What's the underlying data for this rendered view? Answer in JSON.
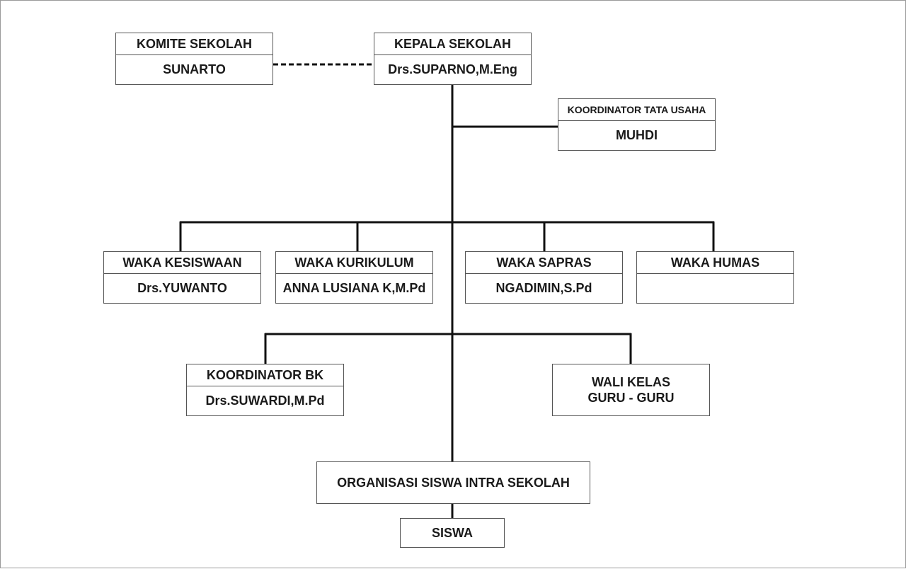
{
  "komite": {
    "title": "KOMITE SEKOLAH",
    "name": "SUNARTO"
  },
  "kepala": {
    "title": "KEPALA SEKOLAH",
    "name": "Drs.SUPARNO,M.Eng"
  },
  "tata_usaha": {
    "title": "KOORDINATOR TATA USAHA",
    "name": "MUHDI"
  },
  "waka_kesiswaan": {
    "title": "WAKA KESISWAAN",
    "name": "Drs.YUWANTO"
  },
  "waka_kurikulum": {
    "title": "WAKA KURIKULUM",
    "name": "ANNA LUSIANA K,M.Pd"
  },
  "waka_sapras": {
    "title": "WAKA SAPRAS",
    "name": "NGADIMIN,S.Pd"
  },
  "waka_humas": {
    "title": "WAKA HUMAS",
    "name": ""
  },
  "koordinator_bk": {
    "title": "KOORDINATOR BK",
    "name": "Drs.SUWARDI,M.Pd"
  },
  "wali_kelas": {
    "line1": "WALI KELAS",
    "line2": "GURU - GURU"
  },
  "osis": {
    "label": "ORGANISASI SISWA INTRA SEKOLAH"
  },
  "siswa": {
    "label": "SISWA"
  },
  "colors": {
    "line": "#111111",
    "border": "#555555",
    "text": "#1a1a1a"
  }
}
